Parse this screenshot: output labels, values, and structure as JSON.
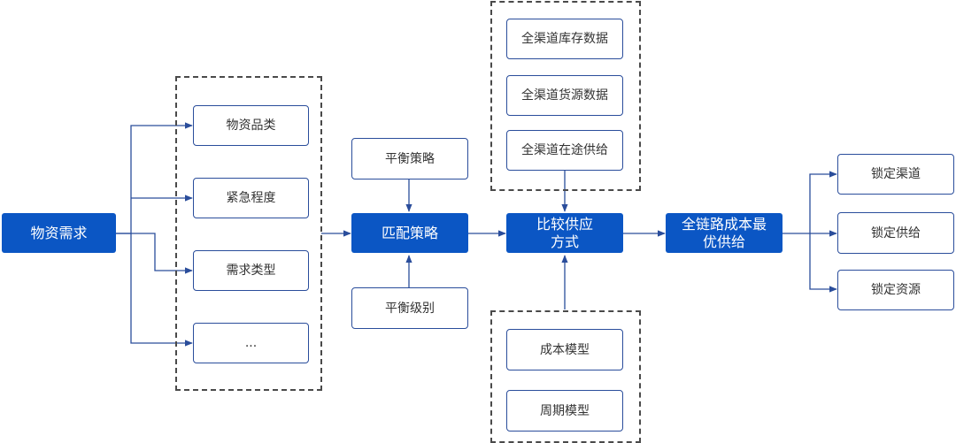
{
  "colors": {
    "primary": "#0b56c4",
    "outline": "#2a4d9b",
    "edge": "#2a4d9b",
    "dashed": "#4a4a4a"
  },
  "nodes": {
    "demand": "物资需求",
    "category": "物资品类",
    "urgency": "紧急程度",
    "demand_type": "需求类型",
    "etc": "...",
    "balance_strategy": "平衡策略",
    "match_strategy": "匹配策略",
    "balance_level": "平衡级别",
    "inventory_data": "全渠道库存数据",
    "source_data": "全渠道货源数据",
    "transit_supply": "全渠道在途供给",
    "compare_supply": "比较供应\n方式",
    "cost_model": "成本模型",
    "cycle_model": "周期模型",
    "optimal": "全链路成本最\n优供给",
    "lock_channel": "锁定渠道",
    "lock_supply": "锁定供给",
    "lock_resource": "锁定资源"
  }
}
